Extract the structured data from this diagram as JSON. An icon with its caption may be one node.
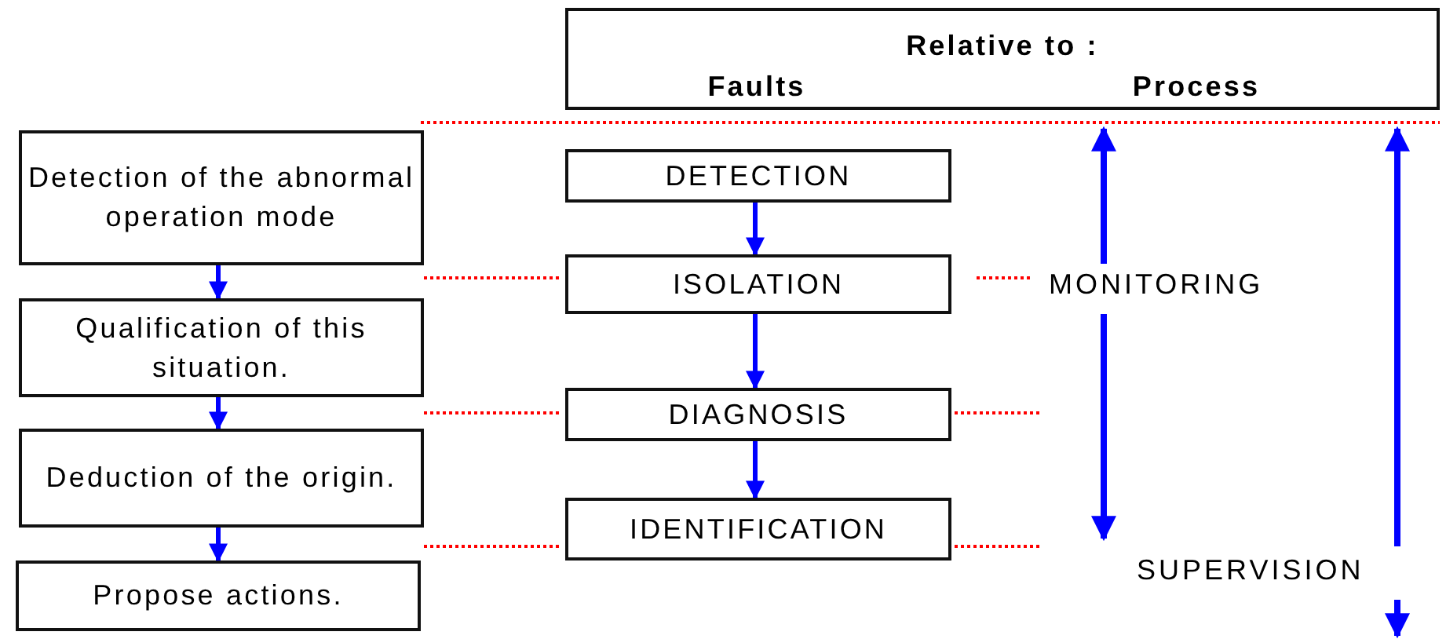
{
  "diagram": {
    "nodes": [
      {
        "text": [
          "Relative to :",
          "Faults",
          "Process"
        ]
      },
      {
        "text": [
          "Detection of the abnormal operation mode"
        ]
      },
      {
        "text": [
          "Qualification of this situation."
        ]
      },
      {
        "text": [
          "Deduction of the origin."
        ]
      },
      {
        "text": [
          "Propose actions."
        ]
      },
      {
        "text": [
          "DETECTION"
        ]
      },
      {
        "text": [
          "ISOLATION"
        ]
      },
      {
        "text": [
          "DIAGNOSIS"
        ]
      },
      {
        "text": [
          "IDENTIFICATION"
        ]
      }
    ],
    "edges": [
      {
        "from": 1,
        "to": 2,
        "arrow": "to"
      },
      {
        "from": 2,
        "to": 3,
        "arrow": "to"
      },
      {
        "from": 3,
        "to": 4,
        "arrow": "to"
      },
      {
        "from": 5,
        "to": 6,
        "arrow": "to"
      },
      {
        "from": 6,
        "to": 7,
        "arrow": "to"
      },
      {
        "from": 7,
        "to": 8,
        "arrow": "to"
      }
    ],
    "labels": [
      "MONITORING",
      "SUPERVISION"
    ]
  }
}
